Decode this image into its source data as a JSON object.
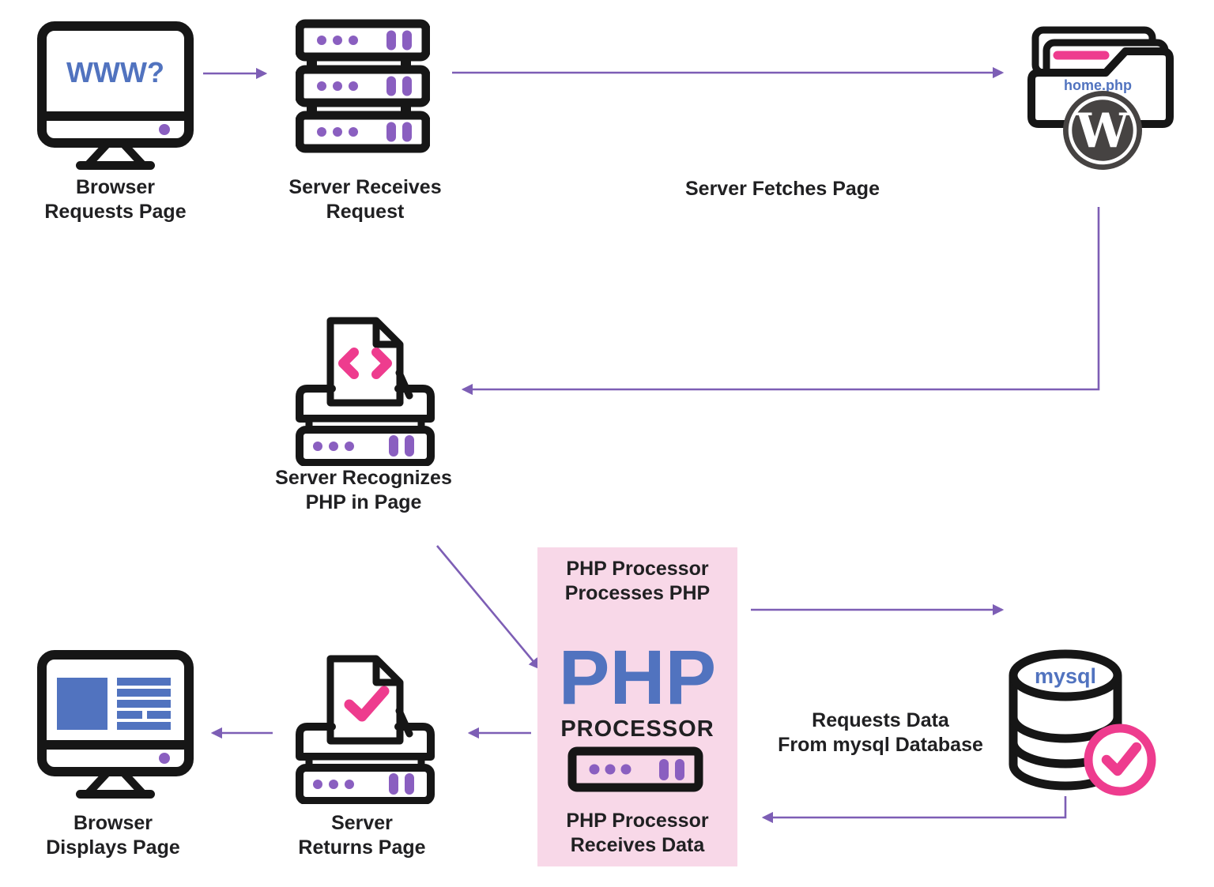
{
  "colors": {
    "arrow": "#7d5eb5",
    "purple": "#8a5fc0",
    "pink": "#ee3c8e",
    "blue": "#5173bf",
    "ink": "#161616",
    "boxbg": "#f8d8e8",
    "text": "#202022",
    "wpgray": "#464342"
  },
  "nodes": {
    "browser_requests": {
      "line1": "Browser",
      "line2": "Requests Page",
      "screen_text": "WWW?"
    },
    "server_receives": {
      "line1": "Server Receives",
      "line2": "Request"
    },
    "server_fetches": {
      "line1": "Server Fetches Page"
    },
    "page_file": {
      "file_name": "home.php",
      "logo_letter": "W"
    },
    "server_recognizes": {
      "line1": "Server Recognizes",
      "line2": "PHP in Page"
    },
    "php_processor": {
      "top_line1": "PHP Processor",
      "top_line2": "Processes PHP",
      "big_text": "PHP",
      "subtitle": "PROCESSOR",
      "bottom_line1": "PHP Processor",
      "bottom_line2": "Receives Data"
    },
    "requests_data": {
      "line1": "Requests Data",
      "line2": "From mysql Database"
    },
    "mysql_db": {
      "label": "mysql"
    },
    "server_returns": {
      "line1": "Server",
      "line2": "Returns Page"
    },
    "browser_displays": {
      "line1": "Browser",
      "line2": "Displays Page"
    }
  }
}
